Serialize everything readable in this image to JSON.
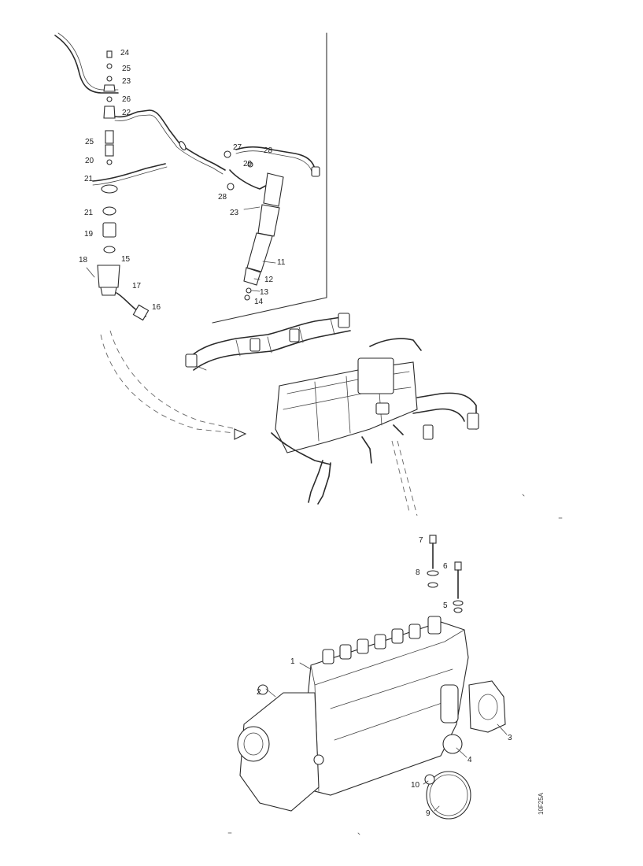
{
  "figure_reference": "10F25A",
  "callouts": [
    {
      "id": "c24",
      "text": "24"
    },
    {
      "id": "c25a",
      "text": "25"
    },
    {
      "id": "c23",
      "text": "23"
    },
    {
      "id": "c26",
      "text": "26"
    },
    {
      "id": "c22",
      "text": "22"
    },
    {
      "id": "c25b",
      "text": "25"
    },
    {
      "id": "c20",
      "text": "20"
    },
    {
      "id": "c21a",
      "text": "21"
    },
    {
      "id": "c21b",
      "text": "21"
    },
    {
      "id": "c19",
      "text": "19"
    },
    {
      "id": "c18",
      "text": "18"
    },
    {
      "id": "c15",
      "text": "15"
    },
    {
      "id": "c17",
      "text": "17"
    },
    {
      "id": "c16",
      "text": "16"
    },
    {
      "id": "c27",
      "text": "27"
    },
    {
      "id": "c28a",
      "text": "28"
    },
    {
      "id": "c29",
      "text": "29"
    },
    {
      "id": "c28b",
      "text": "28"
    },
    {
      "id": "c23b",
      "text": "23"
    },
    {
      "id": "c11",
      "text": "11"
    },
    {
      "id": "c12",
      "text": "12"
    },
    {
      "id": "c13",
      "text": "13"
    },
    {
      "id": "c14",
      "text": "14"
    },
    {
      "id": "c7",
      "text": "7"
    },
    {
      "id": "c8",
      "text": "8"
    },
    {
      "id": "c6",
      "text": "6"
    },
    {
      "id": "c5",
      "text": "5"
    },
    {
      "id": "c1",
      "text": "1"
    },
    {
      "id": "c2",
      "text": "2"
    },
    {
      "id": "c3",
      "text": "3"
    },
    {
      "id": "c4",
      "text": "4"
    },
    {
      "id": "c10",
      "text": "10"
    },
    {
      "id": "c9",
      "text": "9"
    }
  ]
}
